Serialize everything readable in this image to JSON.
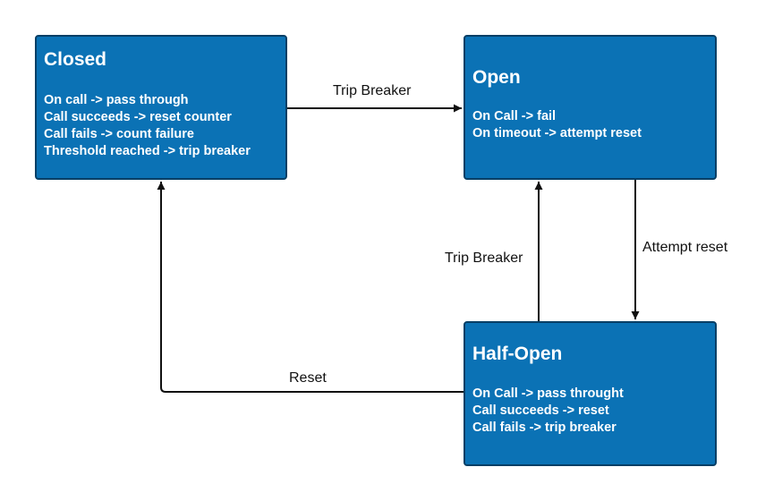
{
  "states": {
    "closed": {
      "title": "Closed",
      "lines": [
        "On call -> pass through",
        "Call succeeds -> reset counter",
        "Call fails -> count failure",
        "Threshold reached -> trip breaker"
      ]
    },
    "open": {
      "title": "Open",
      "lines": [
        "On Call -> fail",
        "On timeout -> attempt reset"
      ]
    },
    "half_open": {
      "title": "Half-Open",
      "lines": [
        "On Call -> pass throught",
        "Call succeeds -> reset",
        "Call fails -> trip breaker"
      ]
    }
  },
  "transitions": {
    "closed_to_open": {
      "label": "Trip Breaker"
    },
    "open_to_half_open": {
      "label": "Attempt reset"
    },
    "half_open_to_open": {
      "label": "Trip Breaker"
    },
    "half_open_to_closed": {
      "label": "Reset"
    }
  },
  "colors": {
    "state_fill": "#0b72b5",
    "state_border": "#063f66",
    "state_text": "#ffffff",
    "edge": "#111111"
  }
}
